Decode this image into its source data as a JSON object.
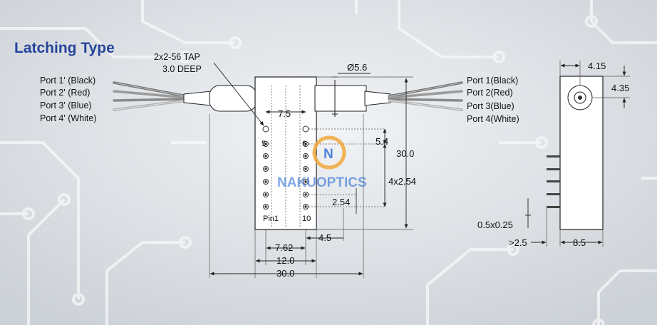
{
  "title": "Latching Type",
  "colors": {
    "title": "#26459a",
    "watermark_ring": "#f2a93b",
    "watermark_text": "#2e6fd8"
  },
  "left_ports": [
    "Port 1' (Black)",
    "Port 2' (Red)",
    "Port 3' (Blue)",
    "Port 4' (White)"
  ],
  "right_ports": [
    "Port 1(Black)",
    "Port 2(Red)",
    "Port 3(Blue)",
    "Port 4(White)"
  ],
  "tap": {
    "line1": "2x2-56 TAP",
    "line2": "3.0 DEEP"
  },
  "dims": {
    "d56": "Ø5.6",
    "d75": "7.5",
    "d54": "5.4",
    "d300v": "30.0",
    "d4x254": "4x2.54",
    "d254": "2.54",
    "d45": "4.5",
    "d762": "7.62",
    "d120": "12.0",
    "d300h": "30.0",
    "d415": "4.15",
    "d435": "4.35",
    "d05x025": "0.5x0.25",
    "d25": ">2.5",
    "d85": "8.5"
  },
  "pins": {
    "p5": "5",
    "p6": "6",
    "pin1": "Pin1",
    "p10": "10"
  },
  "watermark": {
    "letter": "N",
    "text": "NAKUOPTICS"
  }
}
